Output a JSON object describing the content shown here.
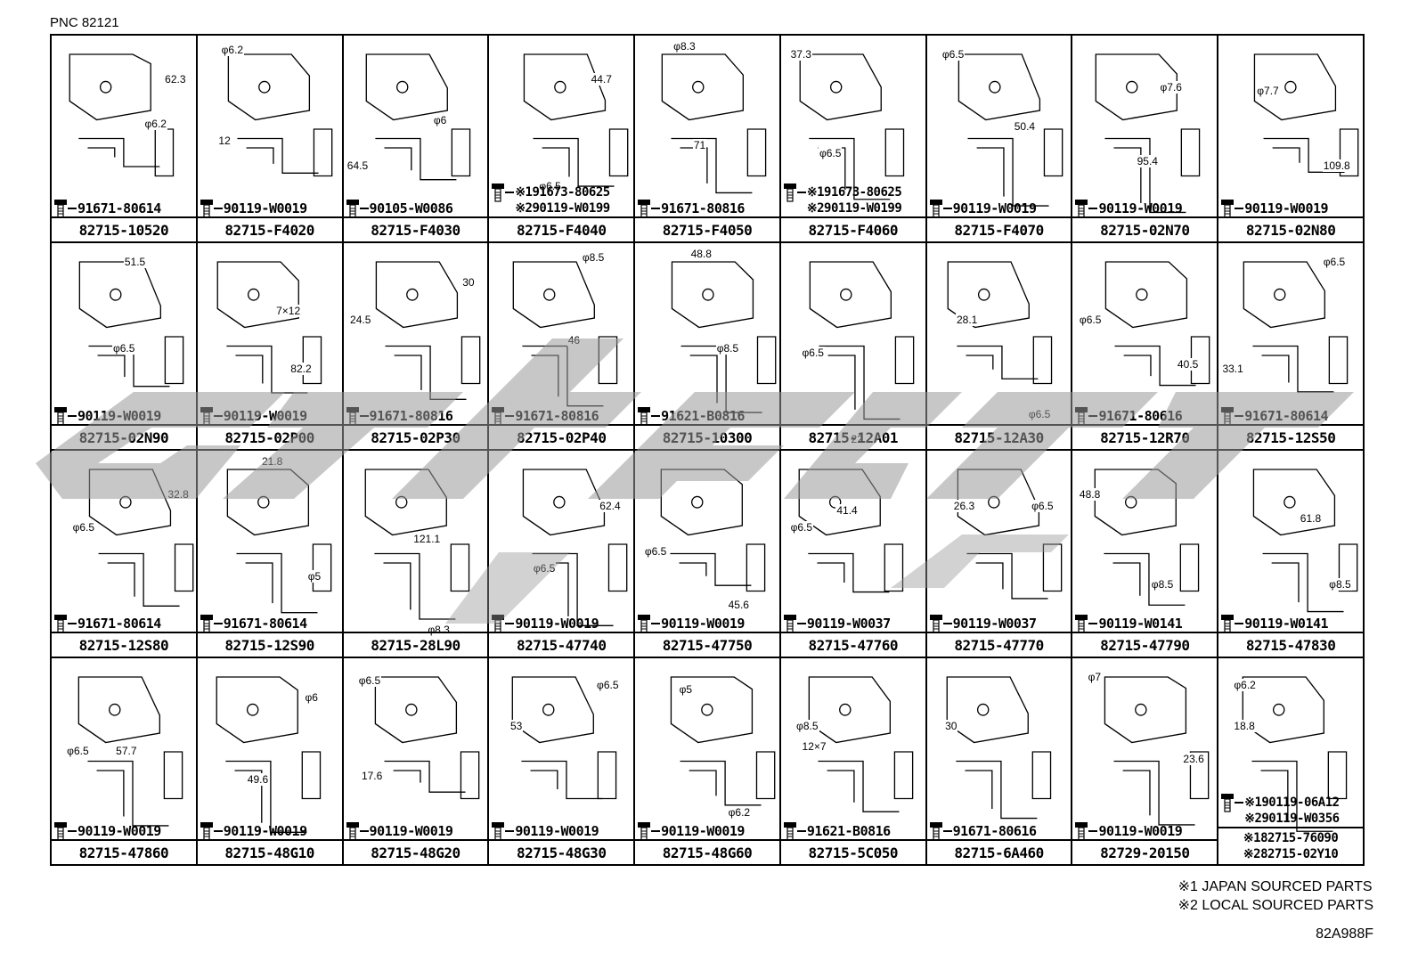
{
  "header": {
    "pnc": "PNC 82121"
  },
  "footer": {
    "notes": [
      "※1 JAPAN SOURCED PARTS",
      "※2 LOCAL SOURCED PARTS"
    ],
    "drawing_code": "82A988F"
  },
  "cells": [
    {
      "part_no": "82715-10520",
      "bolts": [
        "91671-80614"
      ],
      "dims": [
        "62.3",
        "φ6.2"
      ]
    },
    {
      "part_no": "82715-F4020",
      "bolts": [
        "90119-W0019"
      ],
      "dims": [
        "φ6.2",
        "12"
      ]
    },
    {
      "part_no": "82715-F4030",
      "bolts": [
        "90105-W0086"
      ],
      "dims": [
        "φ6",
        "64.5"
      ]
    },
    {
      "part_no": "82715-F4040",
      "bolts": [
        "※191673-80625",
        "※290119-W0199"
      ],
      "dims": [
        "44.7",
        "φ6.5"
      ]
    },
    {
      "part_no": "82715-F4050",
      "bolts": [
        "91671-80816"
      ],
      "dims": [
        "φ8.3",
        "71"
      ]
    },
    {
      "part_no": "82715-F4060",
      "bolts": [
        "※191673-80625",
        "※290119-W0199"
      ],
      "dims": [
        "37.3",
        "φ6.5"
      ]
    },
    {
      "part_no": "82715-F4070",
      "bolts": [
        "90119-W0019"
      ],
      "dims": [
        "φ6.5",
        "50.4"
      ]
    },
    {
      "part_no": "82715-02N70",
      "bolts": [
        "90119-W0019"
      ],
      "dims": [
        "φ7.6",
        "95.4"
      ]
    },
    {
      "part_no": "82715-02N80",
      "bolts": [
        "90119-W0019"
      ],
      "dims": [
        "φ7.7",
        "109.8"
      ]
    },
    {
      "part_no": "82715-02N90",
      "bolts": [
        "90119-W0019"
      ],
      "dims": [
        "51.5",
        "φ6.5"
      ]
    },
    {
      "part_no": "82715-02P00",
      "bolts": [
        "90119-W0019"
      ],
      "dims": [
        "7×12",
        "82.2"
      ]
    },
    {
      "part_no": "82715-02P30",
      "bolts": [
        "91671-80816"
      ],
      "dims": [
        "30",
        "24.5"
      ]
    },
    {
      "part_no": "82715-02P40",
      "bolts": [
        "91671-80816"
      ],
      "dims": [
        "φ8.5",
        "46"
      ]
    },
    {
      "part_no": "82715-10300",
      "bolts": [
        "91621-B0816"
      ],
      "dims": [
        "48.8",
        "φ8.5"
      ]
    },
    {
      "part_no": "82715-12A01",
      "bolts": [],
      "dims": [
        "φ6.5",
        "22"
      ]
    },
    {
      "part_no": "82715-12A30",
      "bolts": [],
      "dims": [
        "28.1",
        "φ6.5"
      ]
    },
    {
      "part_no": "82715-12R70",
      "bolts": [
        "91671-80616"
      ],
      "dims": [
        "φ6.5",
        "40.5"
      ]
    },
    {
      "part_no": "82715-12S50",
      "bolts": [
        "91671-80614"
      ],
      "dims": [
        "φ6.5",
        "33.1"
      ]
    },
    {
      "part_no": "82715-12S80",
      "bolts": [
        "91671-80614"
      ],
      "dims": [
        "32.8",
        "φ6.5"
      ]
    },
    {
      "part_no": "82715-12S90",
      "bolts": [
        "91671-80614"
      ],
      "dims": [
        "21.8",
        "φ5"
      ]
    },
    {
      "part_no": "82715-28L90",
      "bolts": [],
      "dims": [
        "121.1",
        "φ8.3"
      ]
    },
    {
      "part_no": "82715-47740",
      "bolts": [
        "90119-W0019"
      ],
      "dims": [
        "62.4",
        "φ6.5"
      ]
    },
    {
      "part_no": "82715-47750",
      "bolts": [
        "90119-W0019"
      ],
      "dims": [
        "φ6.5",
        "45.6"
      ]
    },
    {
      "part_no": "82715-47760",
      "bolts": [
        "90119-W0037"
      ],
      "dims": [
        "φ6.5",
        "41.4"
      ]
    },
    {
      "part_no": "82715-47770",
      "bolts": [
        "90119-W0037"
      ],
      "dims": [
        "26.3",
        "φ6.5"
      ]
    },
    {
      "part_no": "82715-47790",
      "bolts": [
        "90119-W0141"
      ],
      "dims": [
        "48.8",
        "φ8.5"
      ]
    },
    {
      "part_no": "82715-47830",
      "bolts": [
        "90119-W0141"
      ],
      "dims": [
        "61.8",
        "φ8.5"
      ]
    },
    {
      "part_no": "82715-47860",
      "bolts": [
        "90119-W0019"
      ],
      "dims": [
        "φ6.5",
        "57.7"
      ]
    },
    {
      "part_no": "82715-48G10",
      "bolts": [
        "90119-W0019"
      ],
      "dims": [
        "φ6",
        "49.6"
      ]
    },
    {
      "part_no": "82715-48G20",
      "bolts": [
        "90119-W0019"
      ],
      "dims": [
        "φ6.5",
        "17.6"
      ]
    },
    {
      "part_no": "82715-48G30",
      "bolts": [
        "90119-W0019"
      ],
      "dims": [
        "53",
        "φ6.5"
      ]
    },
    {
      "part_no": "82715-48G60",
      "bolts": [
        "90119-W0019"
      ],
      "dims": [
        "φ5",
        "φ6.2"
      ]
    },
    {
      "part_no": "82715-5C050",
      "bolts": [
        "91621-B0816"
      ],
      "dims": [
        "12×7",
        "φ8.5"
      ]
    },
    {
      "part_no": "82715-6A460",
      "bolts": [
        "91671-80616"
      ],
      "dims": [
        "30"
      ]
    },
    {
      "part_no": "82729-20150",
      "bolts": [
        "90119-W0019"
      ],
      "dims": [
        "φ7",
        "23.6"
      ]
    },
    {
      "part_no": [
        "※182715-76090",
        "※282715-02Y10"
      ],
      "bolts": [
        "※190119-06A12",
        "※290119-W0356"
      ],
      "dims": [
        "φ6.2",
        "18.8"
      ]
    }
  ]
}
